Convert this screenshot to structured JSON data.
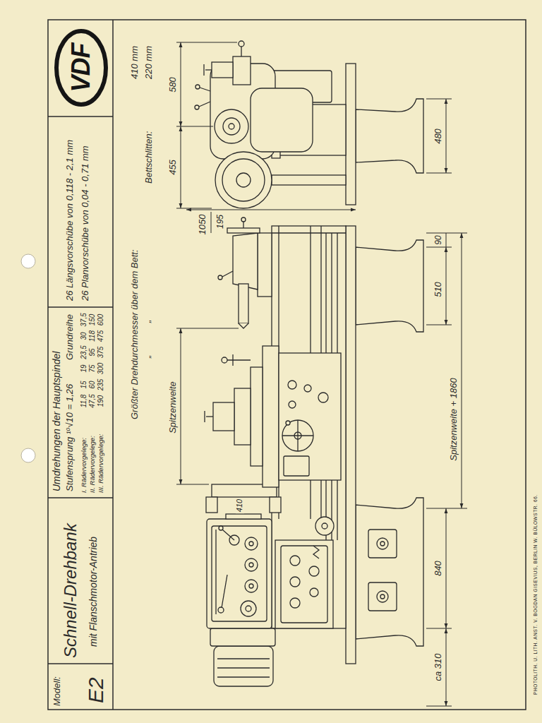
{
  "diagram": {
    "title": "Schnell-Drehbank",
    "nodes": [
      {
        "text": [
          "VDF"
        ]
      }
    ],
    "labels": [
      "Modell:",
      "E2",
      "mit Flanschmotor-Antrieb",
      "Umdrehungen der Hauptspindel",
      "Stufensprung ¹⁰√10 = 1,26",
      "Grundreihe",
      "I. Rädervorgelege:",
      "11,8",
      "15",
      "19",
      "23,5",
      "30",
      "37,5",
      "II. Rädervorgelege:",
      "47,5",
      "60",
      "75",
      "95",
      "118",
      "150",
      "III. Rädervorgelege:",
      "190",
      "235",
      "300",
      "375",
      "475",
      "600",
      "26 Längsvorschübe von 0,118 - 2,1 mm",
      "26 Planvorschübe von 0,04 - 0,71 mm",
      "Größter Drehdurchmesser über dem Bett:",
      "410 mm",
      "„",
      "„",
      "Bettschlitten:",
      "220 mm",
      "580",
      "455",
      "1050",
      "480",
      "195",
      "Spitzenweite",
      "410",
      "90",
      "510",
      "Spitzenweite + 1860",
      "840",
      "ca 310",
      "PHOTOLITH. U. LITH. ANST. V. BOGDAN GISEVIUS, BERLIN W. BÜLOWSTR. 66."
    ]
  }
}
